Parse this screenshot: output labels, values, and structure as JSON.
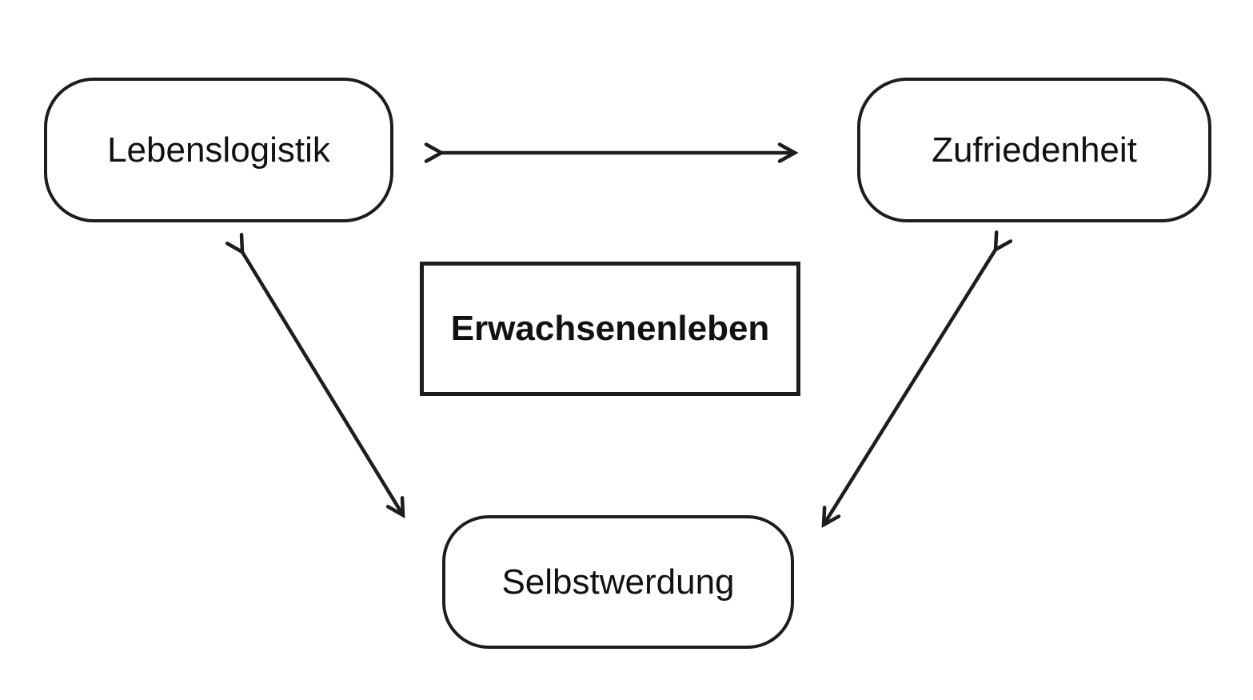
{
  "diagram": {
    "title": "Erwachsenenleben concept diagram",
    "center_box": {
      "label": "Erwachsenenleben"
    },
    "nodes": [
      {
        "id": "lebenslogistik",
        "label": "Lebenslogistik",
        "shape": "rounded-pill",
        "position": "top-left"
      },
      {
        "id": "zufriedenheit",
        "label": "Zufriedenheit",
        "shape": "rounded-pill",
        "position": "top-right"
      },
      {
        "id": "selbstwerdung",
        "label": "Selbstwerdung",
        "shape": "rounded-pill",
        "position": "bottom-center"
      }
    ],
    "edges": [
      {
        "from": "lebenslogistik",
        "to": "zufriedenheit",
        "bidirectional": true,
        "style": "double-headed-arrow"
      },
      {
        "from": "lebenslogistik",
        "to": "selbstwerdung",
        "bidirectional": true,
        "style": "double-headed-arrow"
      },
      {
        "from": "zufriedenheit",
        "to": "selbstwerdung",
        "bidirectional": true,
        "style": "double-headed-arrow"
      }
    ],
    "colors": {
      "background": "#ffffff",
      "stroke": "#1d1d1d",
      "text": "#111111"
    }
  }
}
